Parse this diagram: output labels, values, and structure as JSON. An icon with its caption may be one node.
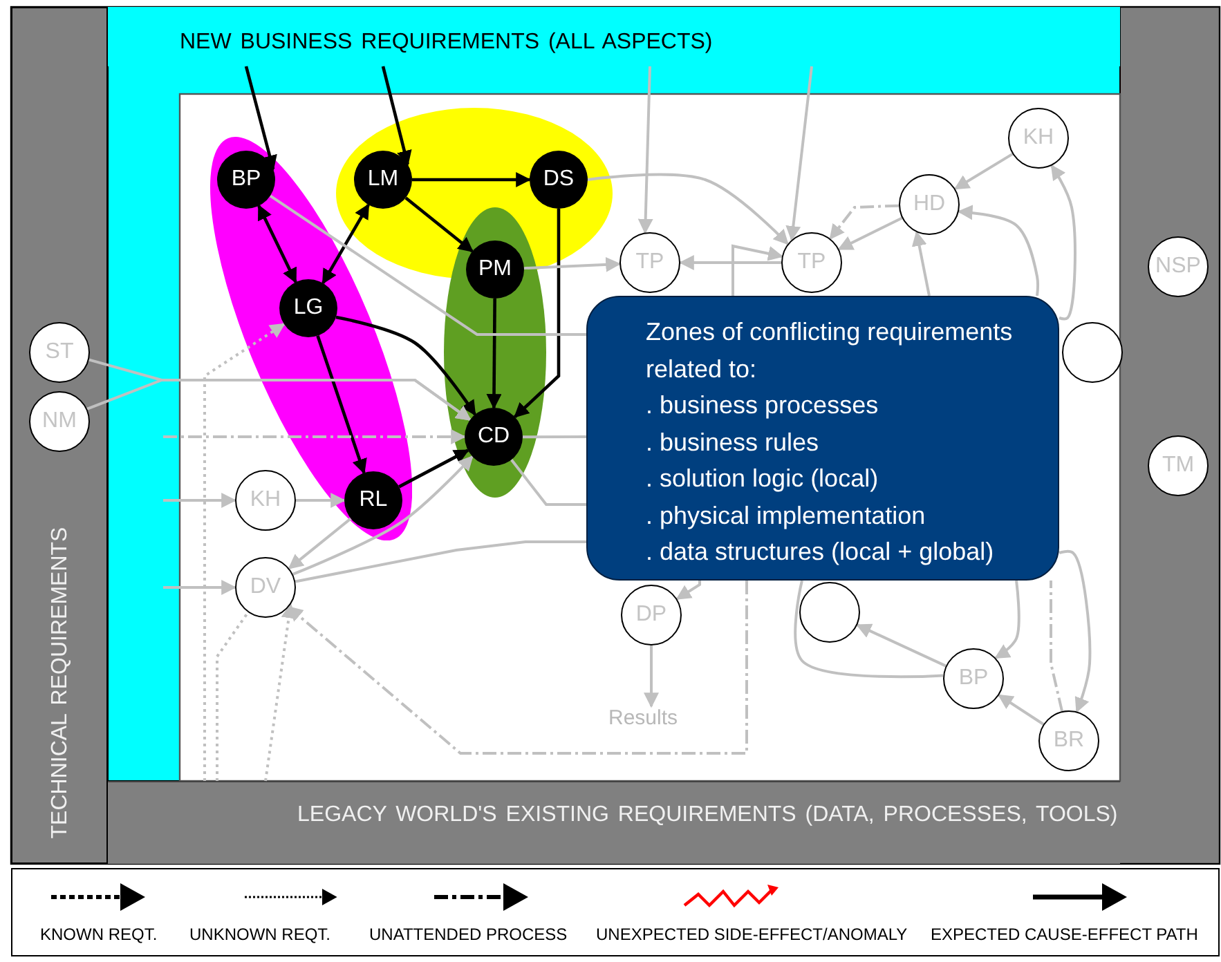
{
  "diagram": {
    "nodes": [
      {
        "text": [
          "NEW BUSINESS REQUIREMENTS (ALL ASPECTS)"
        ]
      },
      {
        "text": [
          "TECHNICAL REQUIREMENTS"
        ]
      },
      {
        "text": [
          "LEGACY WORLD'S EXISTING REQUIREMENTS (DATA, PROCESSES, TOOLS)"
        ]
      },
      {
        "text": [],
        "shape": "ellipse"
      },
      {
        "text": [],
        "shape": "ellipse"
      },
      {
        "text": [],
        "shape": "ellipse"
      },
      {
        "text": [
          "BP"
        ],
        "in": 3
      },
      {
        "text": [
          "LM"
        ],
        "in": 4
      },
      {
        "text": [
          "DS"
        ],
        "in": 4
      },
      {
        "text": [
          "PM"
        ],
        "in": 5
      },
      {
        "text": [
          "LG"
        ],
        "in": 3
      },
      {
        "text": [
          "CD"
        ],
        "in": 5
      },
      {
        "text": [
          "RL"
        ],
        "in": 3
      },
      {
        "text": [
          "ST"
        ],
        "in": 1
      },
      {
        "text": [
          "NM"
        ],
        "in": 1
      },
      {
        "text": [
          "NSP"
        ]
      },
      {
        "text": [
          "TM"
        ]
      },
      {
        "text": [
          "TP"
        ]
      },
      {
        "text": [
          "TP"
        ]
      },
      {
        "text": [
          "HD"
        ]
      },
      {
        "text": [
          "KH"
        ]
      },
      {
        "text": [
          "KH"
        ]
      },
      {
        "text": [
          "DV"
        ]
      },
      {
        "text": [],
        "shape": "circle"
      },
      {
        "text": [],
        "shape": "circle"
      },
      {
        "text": [
          "DP"
        ]
      },
      {
        "text": [
          "BP"
        ]
      },
      {
        "text": [
          "BR"
        ]
      },
      {
        "text": [
          "Results"
        ]
      },
      {
        "text": [
          "Zones of conflicting requirements related to:",
          ". business processes",
          ". business rules",
          ". solution logic (local)",
          ". physical implementation",
          ". data structures (local + global)"
        ]
      }
    ],
    "edges": [
      {
        "from": 0,
        "to": 6,
        "arrow": "to",
        "color": "#000000"
      },
      {
        "from": 0,
        "to": 7,
        "arrow": "to",
        "color": "#000000"
      },
      {
        "from": 7,
        "to": 8,
        "arrow": "to",
        "color": "#000000"
      },
      {
        "from": 7,
        "to": 9,
        "arrow": "to",
        "color": "#000000"
      },
      {
        "from": 6,
        "to": 10,
        "arrow": "both",
        "color": "#000000"
      },
      {
        "from": 7,
        "to": 10,
        "arrow": "both",
        "color": "#000000"
      },
      {
        "from": 10,
        "to": 11,
        "arrow": "to",
        "color": "#000000"
      },
      {
        "from": 9,
        "to": 11,
        "arrow": "to",
        "color": "#000000"
      },
      {
        "from": 8,
        "to": 11,
        "arrow": "to",
        "color": "#000000"
      },
      {
        "from": 10,
        "to": 12,
        "arrow": "to",
        "color": "#000000"
      },
      {
        "from": 12,
        "to": 11,
        "arrow": "to",
        "color": "#000000"
      },
      {
        "from": 0,
        "to": 17,
        "arrow": "to"
      },
      {
        "from": 0,
        "to": 18,
        "arrow": "to"
      },
      {
        "from": 8,
        "to": 18,
        "arrow": "to"
      },
      {
        "from": 9,
        "to": 17,
        "arrow": "to"
      },
      {
        "from": 6,
        "to": 29,
        "arrow": "none"
      },
      {
        "from": 13,
        "to": 11,
        "arrow": "to"
      },
      {
        "from": 14,
        "to": 11,
        "arrow": "to"
      },
      {
        "from": null,
        "to": 11,
        "arrow": "to",
        "style": "dashed"
      },
      {
        "from": null,
        "to": 21,
        "arrow": "to"
      },
      {
        "from": 21,
        "to": 12,
        "arrow": "to"
      },
      {
        "from": null,
        "to": 22,
        "arrow": "to"
      },
      {
        "from": 12,
        "to": 22,
        "arrow": "to"
      },
      {
        "from": 22,
        "to": 11,
        "arrow": "to"
      },
      {
        "from": 22,
        "to": 29,
        "arrow": "none"
      },
      {
        "from": 2,
        "to": 10,
        "arrow": "to",
        "style": "dashed"
      },
      {
        "from": 2,
        "to": 22,
        "arrow": "none",
        "style": "dashed"
      },
      {
        "from": 2,
        "to": 22,
        "arrow": "to",
        "style": "dashed"
      },
      {
        "from": 29,
        "to": 22,
        "arrow": "to",
        "style": "dashed"
      },
      {
        "from": 20,
        "to": 19,
        "arrow": "to"
      },
      {
        "from": 19,
        "to": 18,
        "arrow": "to"
      },
      {
        "from": 19,
        "to": 18,
        "arrow": "to",
        "style": "dashed"
      },
      {
        "from": 18,
        "to": 17,
        "arrow": "to"
      },
      {
        "from": 29,
        "to": 18,
        "arrow": "to"
      },
      {
        "from": 29,
        "to": 19,
        "arrow": "to"
      },
      {
        "from": 29,
        "to": 19,
        "arrow": "to"
      },
      {
        "from": 29,
        "to": 20,
        "arrow": "to"
      },
      {
        "from": 29,
        "to": 27,
        "arrow": "to"
      },
      {
        "from": 27,
        "to": 26,
        "arrow": "to"
      },
      {
        "from": 26,
        "to": 24,
        "arrow": "to"
      },
      {
        "from": 29,
        "to": 26,
        "arrow": "to"
      },
      {
        "from": 26,
        "to": 29,
        "arrow": "none"
      },
      {
        "from": 27,
        "to": 29,
        "arrow": "none",
        "style": "dashed"
      },
      {
        "from": 25,
        "to": 28,
        "arrow": "to"
      },
      {
        "from": 29,
        "to": 25,
        "arrow": "to"
      },
      {
        "from": 11,
        "to": 29,
        "arrow": "none"
      },
      {
        "from": 11,
        "to": 29,
        "arrow": "none"
      }
    ],
    "legend": [
      {
        "text": "KNOWN REQT."
      },
      {
        "text": "UNKNOWN REQT."
      },
      {
        "text": "UNATTENDED PROCESS"
      },
      {
        "text": "UNEXPECTED SIDE-EFFECT/ANOMALY"
      },
      {
        "text": "EXPECTED CAUSE-EFFECT PATH"
      }
    ]
  }
}
